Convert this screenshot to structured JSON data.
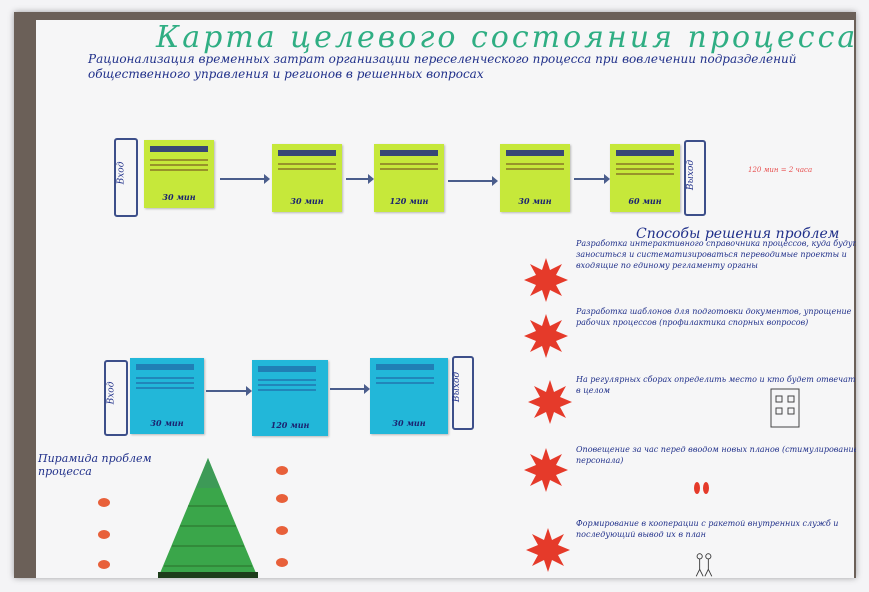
{
  "poster": {
    "title": "Карта целевого состояния процесса",
    "subtitle": "Рационализация временных затрат организации переселенческого процесса при вовлечении подразделений общественного управления и регионов в решенных вопросах",
    "solutions_heading": "Способы решения проблем",
    "pyramid_heading": "Пирамида проблем процесса"
  },
  "top_flow": {
    "start_label": "Вход",
    "end_label": "Выход",
    "stage_times": [
      "30 мин",
      "30 мин",
      "120 мин",
      "30 мин",
      "60 мин"
    ],
    "right_note": "120 мин = 2 часа"
  },
  "bottom_flow": {
    "start_label": "Вход",
    "end_label": "Выход",
    "stage_times": [
      "30 мин",
      "120 мин",
      "30 мин"
    ]
  },
  "solutions": [
    "Разработка интерактивного справочника процессов, куда будут заноситься и систематизироваться переводимые проекты и входящие по единому регламенту органы",
    "Разработка шаблонов для подготовки документов, упрощение рабочих процессов (профилактика спорных вопросов)",
    "На регулярных сборах определить место и кто будет отвечать в целом",
    "Оповещение за час перед вводом новых планов (стимулирование персонала)",
    "Формирование в кооперации с ракетой внутренних служб и последующий вывод их в план"
  ],
  "colors": {
    "sticky_green": "#c6e83a",
    "sticky_blue": "#22b7d9",
    "burst_red": "#e53a2a",
    "ink_blue": "#20308a",
    "title_green": "#2fae83"
  }
}
